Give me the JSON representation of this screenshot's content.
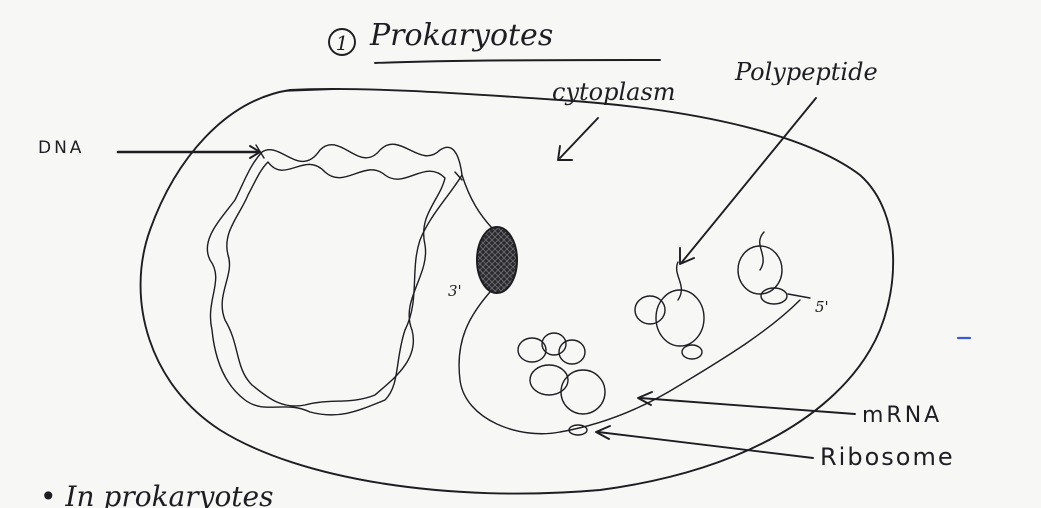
{
  "heading": {
    "number": "1",
    "title": "Prokaryotes"
  },
  "labels": {
    "cytoplasm": "cytoplasm",
    "polypeptide": "Polypeptide",
    "dna": "DNA",
    "three_prime": "3'",
    "five_prime": "5'",
    "mrna": "mRNA",
    "ribosome": "Ribosome"
  },
  "footer_text": "• In prokaryotes",
  "colors": {
    "ink": "#1d1d22",
    "paper": "#f7f7f5",
    "accent_mark": "#3a5bd9"
  }
}
